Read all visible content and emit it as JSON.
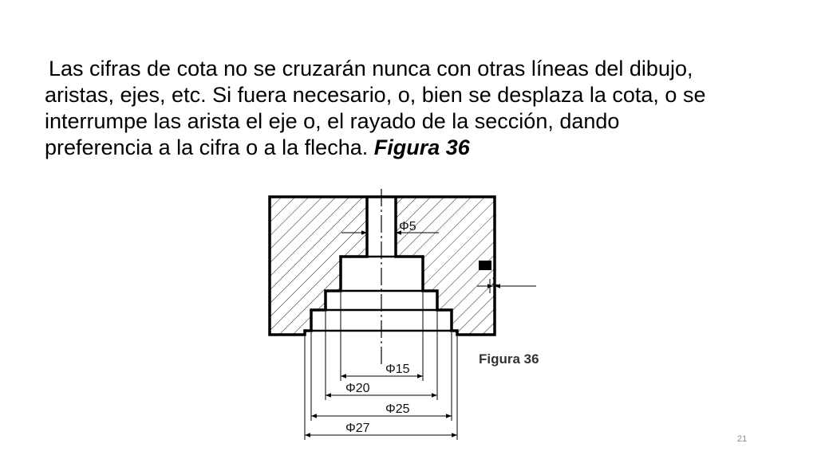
{
  "paragraph": {
    "lines": [
      "Las cifras de cota no se cruzarán nunca con otras líneas del dibujo,",
      "aristas, ejes, etc. Si fuera necesario, o, bien se desplaza la cota, o se",
      "interrumpe las arista el eje o, el rayado de la sección, dando",
      "preferencia a la cifra o a la  flecha. "
    ],
    "figure_reference": "Figura 36"
  },
  "figure": {
    "caption": "Figura 36",
    "dimensions": {
      "d5": "Φ5",
      "d1": "1",
      "d15": "Φ15",
      "d20": "Φ20",
      "d25": "Φ25",
      "d27": "Φ27"
    }
  },
  "footer": {
    "page_number": "21"
  }
}
